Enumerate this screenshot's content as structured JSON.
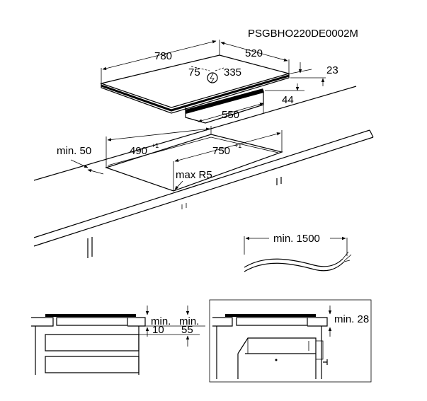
{
  "model_code": "PSGBHO220DE0002M",
  "hob": {
    "width": "780",
    "depth": "520",
    "thickness": "23",
    "connection_offset_x": "75",
    "connection_offset_y": "335",
    "box_depth": "44",
    "box_width": "550"
  },
  "cutout": {
    "min_edge": "min. 50",
    "depth": "490",
    "depth_tol": "+1",
    "width": "750",
    "width_tol": "+1",
    "radius": "max R5"
  },
  "cable": {
    "min_length": "min. 1500"
  },
  "detail_left": {
    "gap_top": "min.",
    "gap_top_value": "10",
    "gap_side": "min.",
    "gap_side_value": "55"
  },
  "detail_right": {
    "gap": "min. 28"
  }
}
